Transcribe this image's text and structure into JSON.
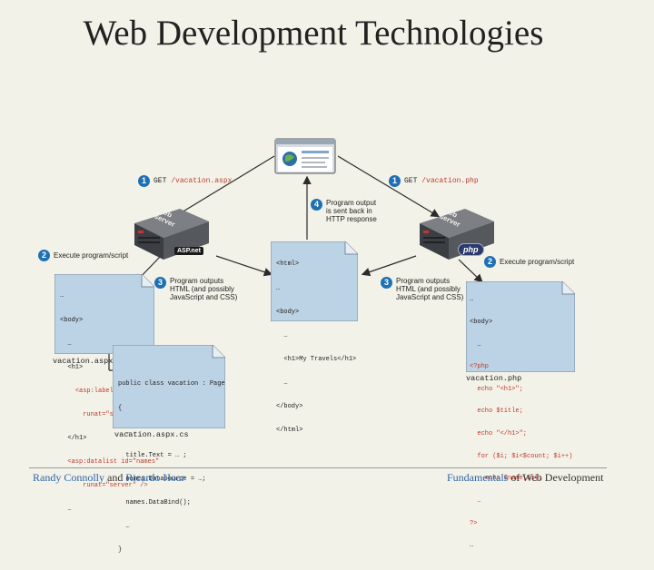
{
  "title": "Web Development Technologies",
  "left_request": {
    "num": "1",
    "verb": "GET",
    "path": "/vacation.aspx"
  },
  "right_request": {
    "num": "1",
    "verb": "GET",
    "path": "/vacation.php"
  },
  "left_execute": {
    "num": "2",
    "text": "Execute program/script"
  },
  "right_execute": {
    "num": "2",
    "text": "Execute program/script"
  },
  "left_outputs": {
    "num": "3",
    "line1": "Program outputs",
    "line2": "HTML (and possibly",
    "line3": "JavaScript and CSS)"
  },
  "right_outputs": {
    "num": "3",
    "line1": "Program outputs",
    "line2": "HTML (and possibly",
    "line3": "JavaScript and CSS)"
  },
  "sent_back": {
    "num": "4",
    "line1": "Program output",
    "line2": "is sent back in",
    "line3": "HTTP response"
  },
  "server_left": {
    "label": "Web server",
    "badge": "ASP.net"
  },
  "server_right": {
    "label": "Web server",
    "badge": "php"
  },
  "center_doc": {
    "lines": [
      "<html>",
      "…",
      "<body>",
      "  …",
      "  <h1>My Travels</h1>",
      "  …",
      "</body>",
      "</html>"
    ]
  },
  "aspx_doc": {
    "lines": [
      "…",
      "<body>",
      "  …",
      "  <h1>",
      "    <asp:label id=\"title\"",
      "      runat=\"server\" />",
      "  </h1>",
      "  <asp:datalist id=\"names\"",
      "      runat=\"server\" />",
      "  …"
    ],
    "filename": "vacation.aspx"
  },
  "cs_doc": {
    "lines": [
      "public class vacation : Page",
      "{",
      "  …",
      "  title.Text = … ;",
      "  names.DataSource = …;",
      "  names.DataBind();",
      "  …",
      "}"
    ],
    "filename": "vacation.aspx.cs"
  },
  "php_doc": {
    "lines": [
      "…",
      "<body>",
      "  …",
      "<?php",
      "  echo \"<h1>\";",
      "  echo $title;",
      "  echo \"</h1>\";",
      "  for ($i; $i<$count; $i++)",
      "    echo $name[$i];",
      "  …",
      "?>",
      "…"
    ],
    "filename": "vacation.php"
  },
  "footer_left": {
    "author1": "Randy Connolly",
    "and": " and ",
    "author2": "Ricardo Hoar"
  },
  "footer_right": {
    "book": "Fundamentals",
    "rest": " of Web Development"
  },
  "colors": {
    "badge": "#1f6fb5",
    "arrow": "#2b2b2b",
    "doc_fill": "#bcd3e6",
    "highlight": "#c0392b"
  }
}
